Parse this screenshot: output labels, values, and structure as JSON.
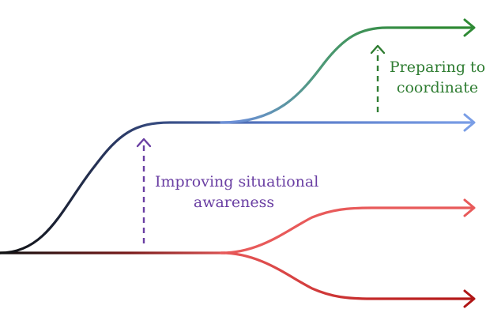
{
  "labels": {
    "situational": {
      "line1": "Improving situational",
      "line2": "awareness"
    },
    "coordinate": {
      "line1": "Preparing to",
      "line2": "coordinate"
    }
  },
  "colors": {
    "start": "#111111",
    "blue_dark": "#24304f",
    "blue": "#6b8fd6",
    "green": "#2f8a35",
    "red": "#e85a5a",
    "dark_red": "#b01515",
    "purple_text": "#6a3fa3",
    "green_text": "#2f7d32"
  }
}
